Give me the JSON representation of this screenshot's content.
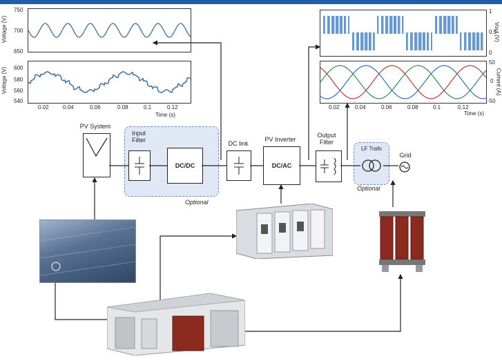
{
  "plots": {
    "voltage_top": {
      "ylabel": "Voltage (V)",
      "yticks": [
        "750",
        "700",
        "650"
      ]
    },
    "voltage_mid": {
      "ylabel": "Voltage (V)",
      "yticks": [
        "600",
        "580",
        "560",
        "540"
      ]
    },
    "left_xticks": [
      "0.02",
      "0.04",
      "0.06",
      "0.08",
      "0.1",
      "0.12"
    ],
    "left_xlabel": "Time (s)",
    "switch_right": {
      "ylabel": "Vout (V)",
      "yticks": [
        "1",
        "0.5",
        "0"
      ]
    },
    "sine_right": {
      "ylabel": "Current (A)",
      "yticks": [
        "50",
        "0",
        "-50"
      ]
    },
    "right_xticks": [
      "0.02",
      "0.04",
      "0.06",
      "0.08",
      "0.1",
      "0.12"
    ],
    "right_xlabel": "Time (s)"
  },
  "blocks": {
    "pv_system": "PV System",
    "input_filter": "Input Filter",
    "dcdc": "DC/DC",
    "optional_left": "Optional",
    "dc_link": "DC link",
    "pv_inverter": "PV Inverter",
    "dcac": "DC/AC",
    "output_filter": "Output Filter",
    "lf_trafo": "LF Trafo",
    "optional_right": "Optional",
    "grid": "Grid"
  },
  "colors": {
    "wave_blue": "#3a6ea5",
    "square_blue": "#4f86c6",
    "frame_blue": "#1f5fa8",
    "trafo_red": "#8b2a1f"
  }
}
